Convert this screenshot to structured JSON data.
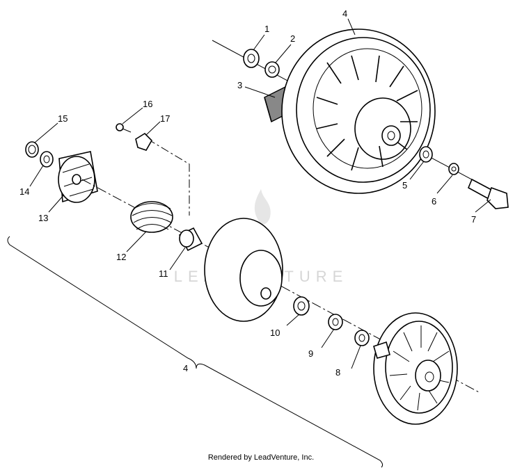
{
  "callouts": {
    "c1": "1",
    "c2": "2",
    "c3": "3",
    "c4_top": "4",
    "c5": "5",
    "c6": "6",
    "c7": "7",
    "c8": "8",
    "c9": "9",
    "c10": "10",
    "c11": "11",
    "c12": "12",
    "c13": "13",
    "c14": "14",
    "c15": "15",
    "c16": "16",
    "c17": "17",
    "c4_bottom": "4"
  },
  "watermark": "LEADVENTURE",
  "footer": "Rendered by LeadVenture, Inc."
}
